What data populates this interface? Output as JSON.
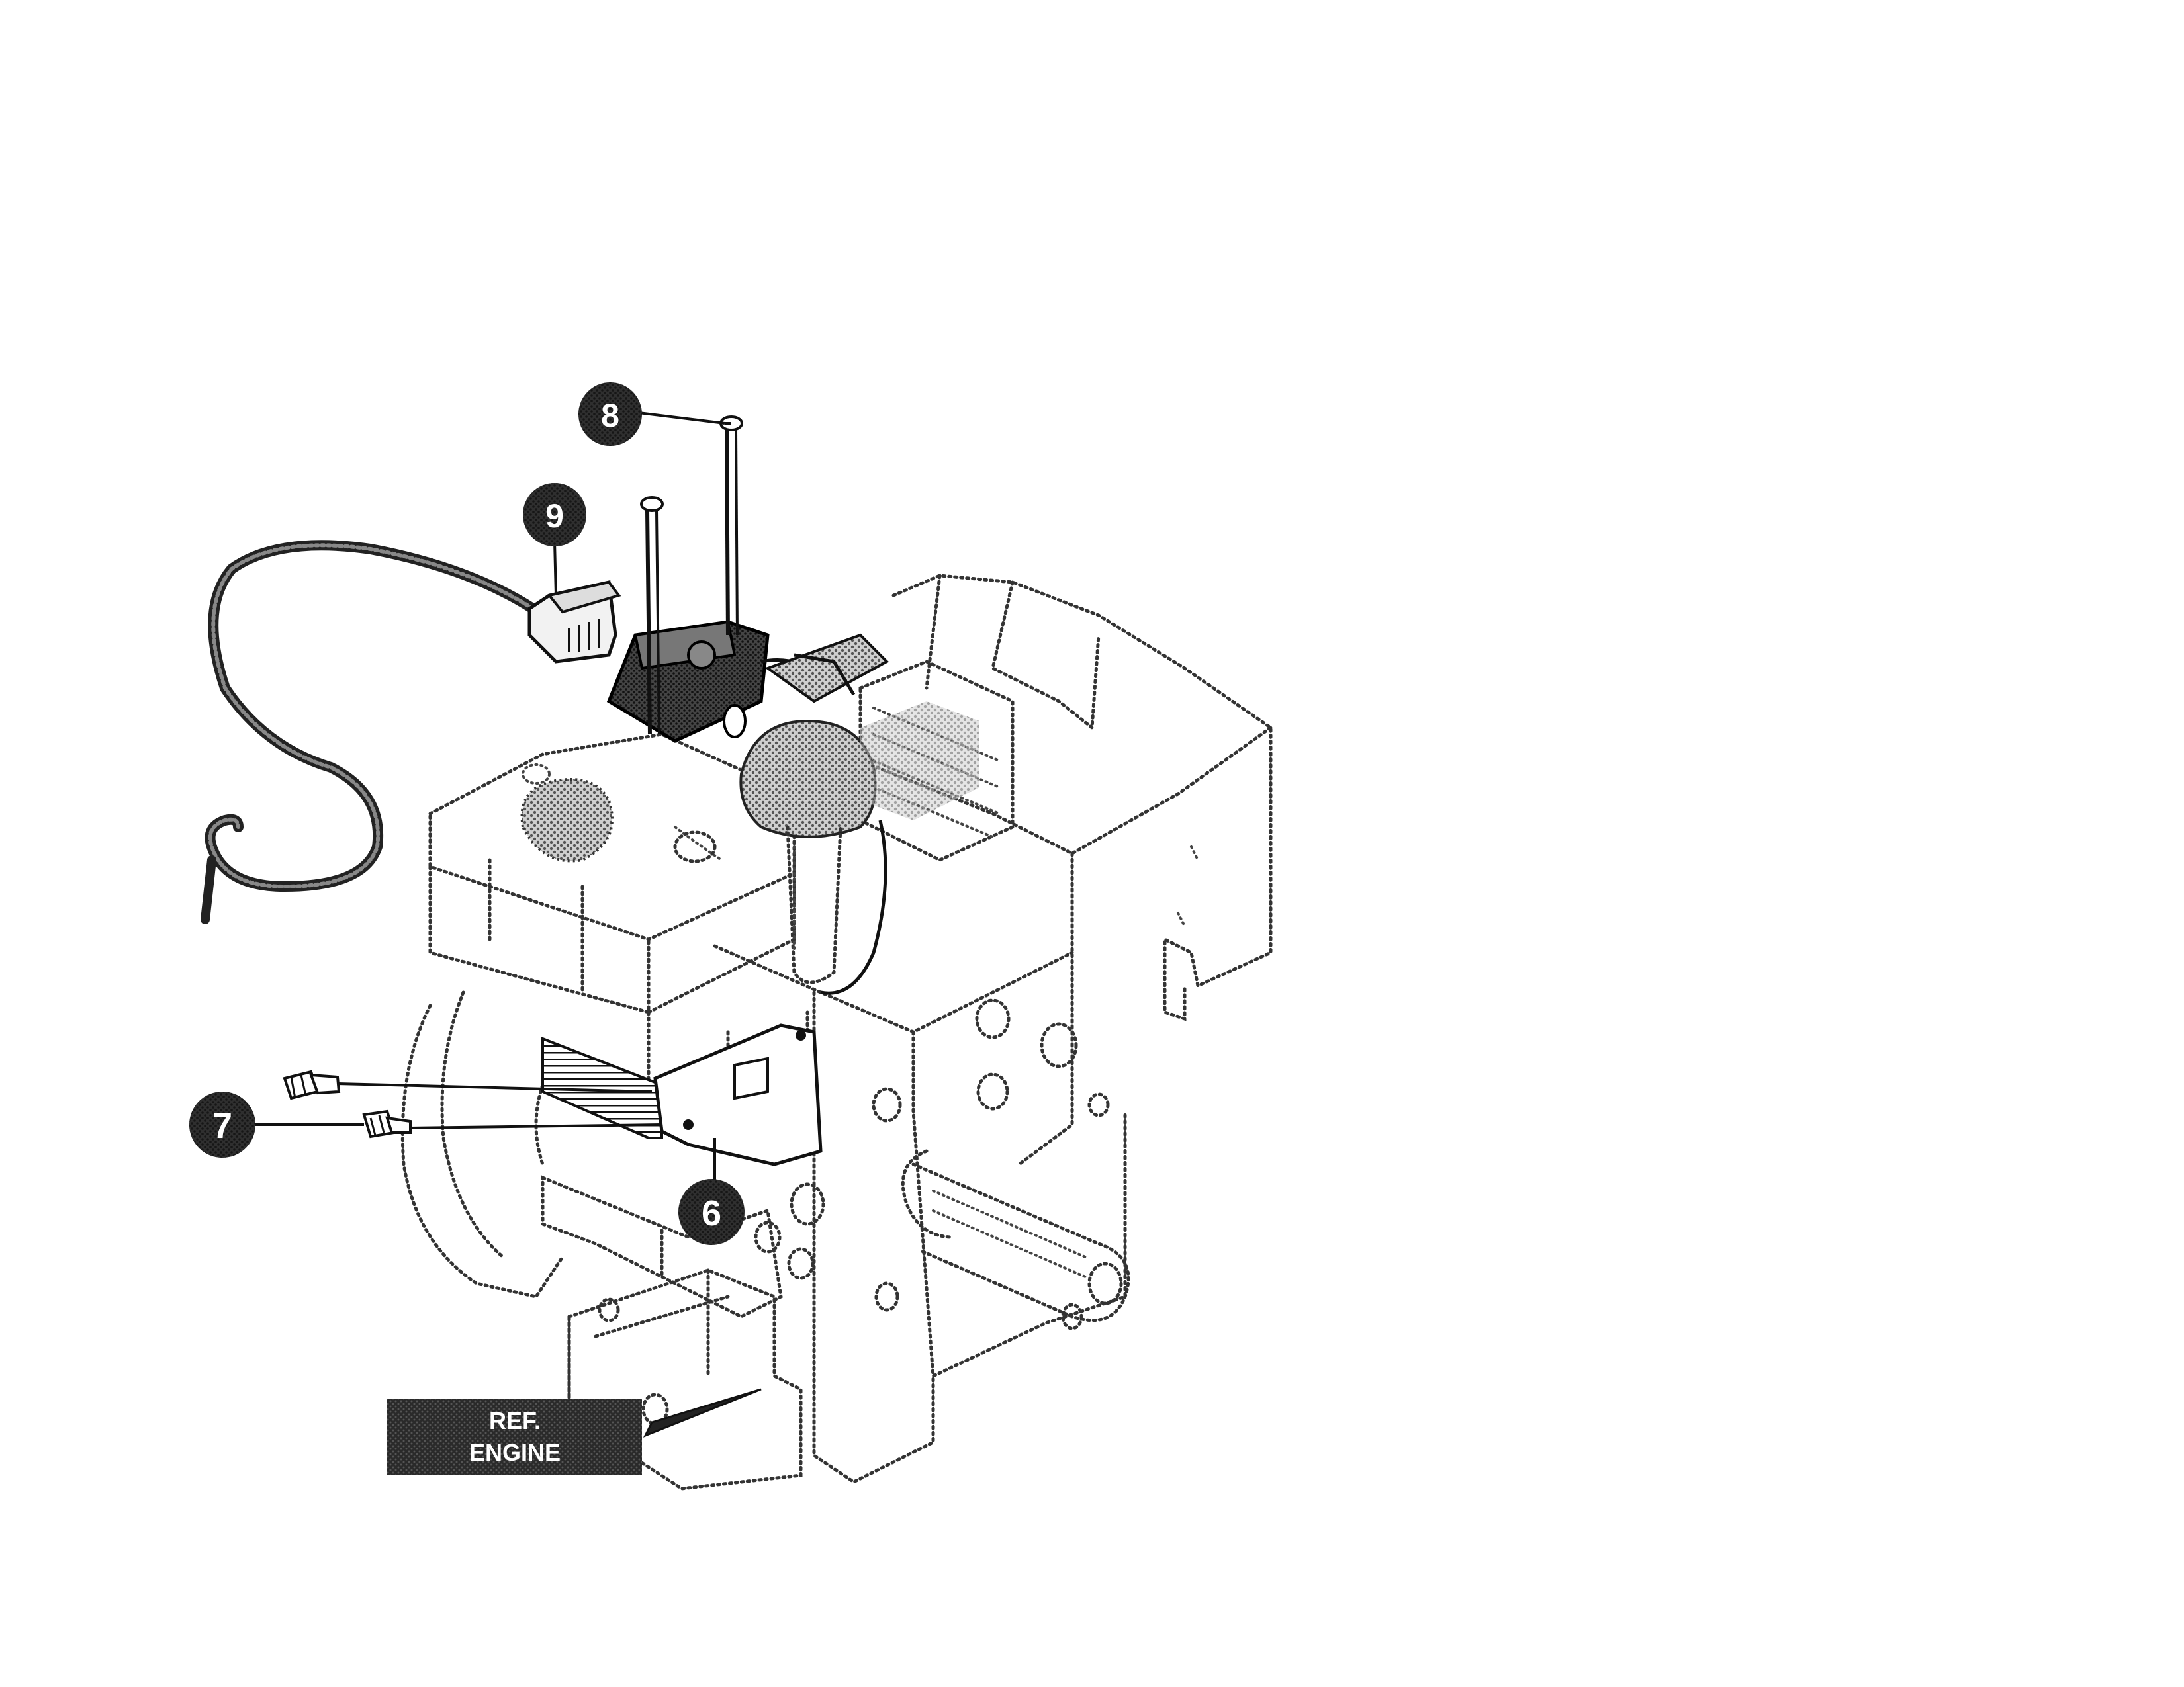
{
  "diagram": {
    "callouts": [
      {
        "id": "callout-6",
        "label": "6"
      },
      {
        "id": "callout-7",
        "label": "7"
      },
      {
        "id": "callout-8",
        "label": "8"
      },
      {
        "id": "callout-9",
        "label": "9"
      }
    ],
    "reference_label": {
      "line1": "REF.",
      "line2": "ENGINE"
    },
    "colors": {
      "callout_fill": "#1a1a1a",
      "callout_text": "#ffffff",
      "ref_box_fill": "#2b2b2b",
      "line_art": "#333333"
    }
  }
}
